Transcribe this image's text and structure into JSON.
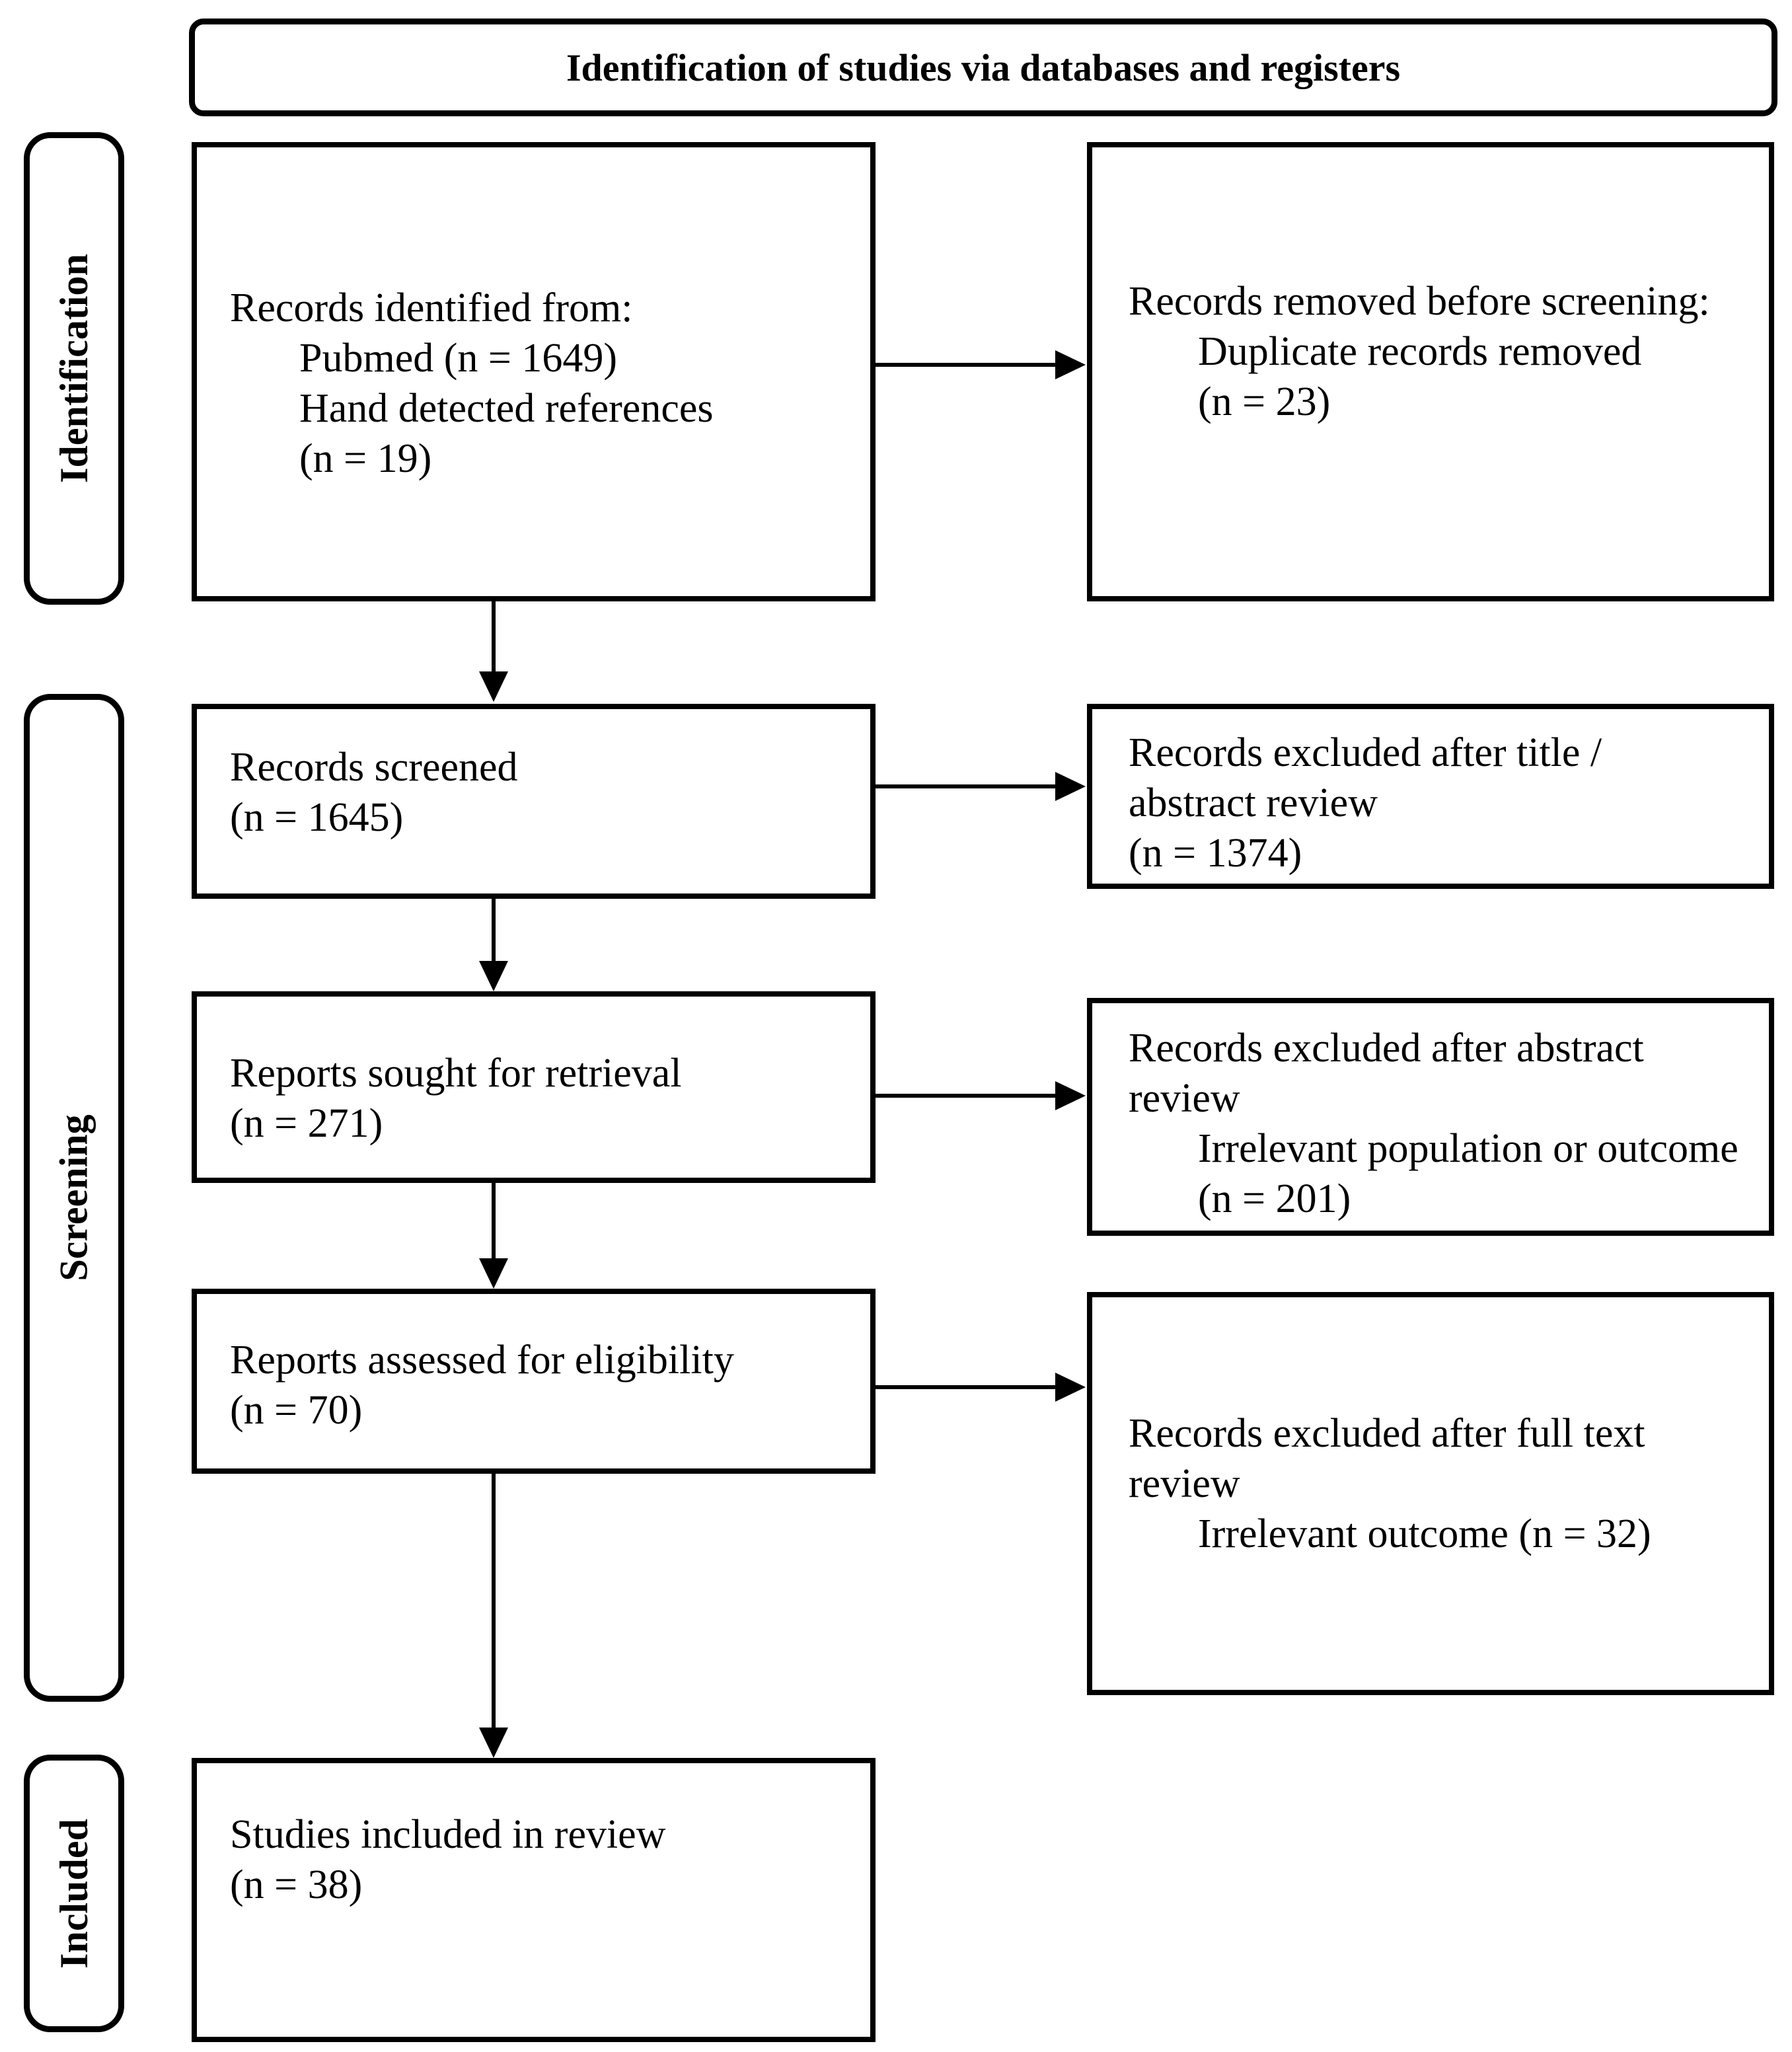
{
  "title": "Identification of studies via databases and registers",
  "sidebar": {
    "identification": "Identification",
    "screening": "Screening",
    "included": "Included"
  },
  "boxes": {
    "records_identified": {
      "lines": [
        "Records identified from:",
        "Pubmed (n = 1649)",
        "Hand detected references",
        "(n = 19)"
      ]
    },
    "records_removed": {
      "lines": [
        "Records removed before screening:",
        "Duplicate records removed",
        "(n = 23)"
      ]
    },
    "records_screened": {
      "lines": [
        "Records screened",
        "(n = 1645)"
      ]
    },
    "records_excluded_title_abstract": {
      "lines": [
        "Records excluded after title /",
        "abstract review",
        "(n = 1374)"
      ]
    },
    "reports_sought": {
      "lines": [
        "Reports sought for retrieval",
        "(n = 271)"
      ]
    },
    "records_excluded_abstract": {
      "lines": [
        "Records excluded after abstract",
        "review",
        "Irrelevant population or outcome",
        "(n = 201)"
      ]
    },
    "reports_assessed": {
      "lines": [
        "Reports assessed for eligibility",
        "(n = 70)"
      ]
    },
    "records_excluded_fulltext": {
      "lines": [
        "Records excluded after full text",
        "review",
        "Irrelevant outcome (n = 32)"
      ]
    },
    "studies_included": {
      "lines": [
        "Studies included in review",
        "(n = 38)"
      ]
    }
  },
  "colors": {
    "line": "#000000",
    "background": "#ffffff"
  }
}
